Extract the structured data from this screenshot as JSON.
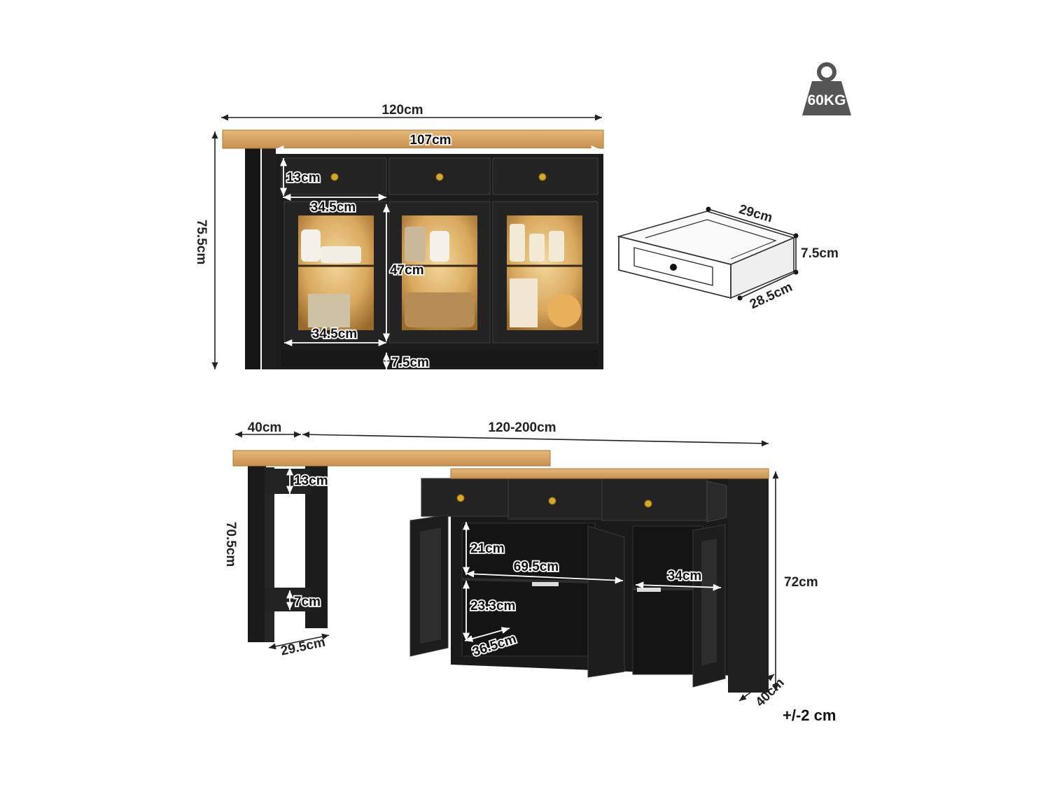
{
  "weight_badge": {
    "label": "60KG",
    "icon": "weight-icon",
    "color": "#555555"
  },
  "front_view": {
    "total_width": "120cm",
    "inner_width": "107cm",
    "height": "75.5cm",
    "drawer_height": "13cm",
    "drawer_width": "34.5cm",
    "door_height": "47cm",
    "door_width": "34.5cm",
    "base_height": "7.5cm"
  },
  "drawer_detail": {
    "width": "29cm",
    "height": "7.5cm",
    "depth": "28.5cm"
  },
  "extended_view": {
    "leg_width": "40cm",
    "extended_length": "120-200cm",
    "leg_top_gap": "13cm",
    "leg_height": "70.5cm",
    "leg_bottom_gap": "7cm",
    "leg_depth": "29.5cm",
    "shelf_top": "21cm",
    "shelf_width": "69.5cm",
    "side_width": "34cm",
    "shelf_bottom": "23.3cm",
    "shelf_depth": "36.5cm",
    "cabinet_height": "72cm",
    "cabinet_depth": "40cm"
  },
  "tolerance": "+/-2 cm",
  "colors": {
    "wood": "#d9a868",
    "body": "#1c1c1c",
    "glass_light": "#e8c27a",
    "knob": "#d6a82a"
  }
}
